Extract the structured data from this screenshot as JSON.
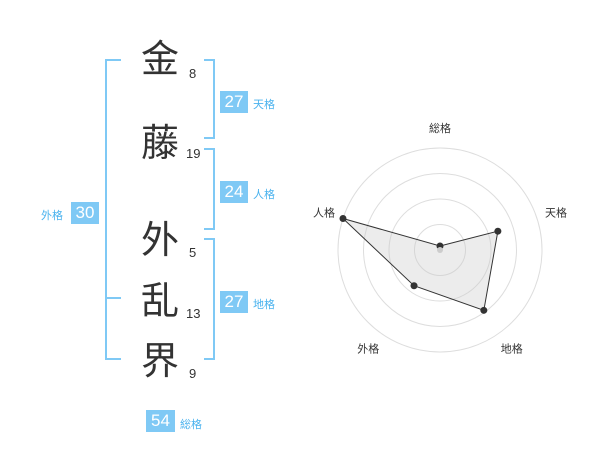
{
  "name_chars": [
    {
      "char": "金",
      "strokes": "8"
    },
    {
      "char": "藤",
      "strokes": "19"
    },
    {
      "char": "外",
      "strokes": "5"
    },
    {
      "char": "乱",
      "strokes": "13"
    },
    {
      "char": "界",
      "strokes": "9"
    }
  ],
  "kakusu": {
    "tenkaku": {
      "value": "27",
      "label": "天格"
    },
    "jinkaku": {
      "value": "24",
      "label": "人格"
    },
    "chikaku": {
      "value": "27",
      "label": "地格"
    },
    "gaikaku": {
      "value": "30",
      "label": "外格"
    },
    "soukaku": {
      "value": "54",
      "label": "総格"
    }
  },
  "colors": {
    "accent": "#7fc9f5",
    "label": "#49b2ee",
    "text": "#333333"
  },
  "chart_data": {
    "type": "radar",
    "axes": [
      "総格",
      "天格",
      "地格",
      "外格",
      "人格"
    ],
    "values": [
      0.0,
      0.58,
      0.72,
      0.41,
      1.0
    ],
    "rings": 4
  }
}
